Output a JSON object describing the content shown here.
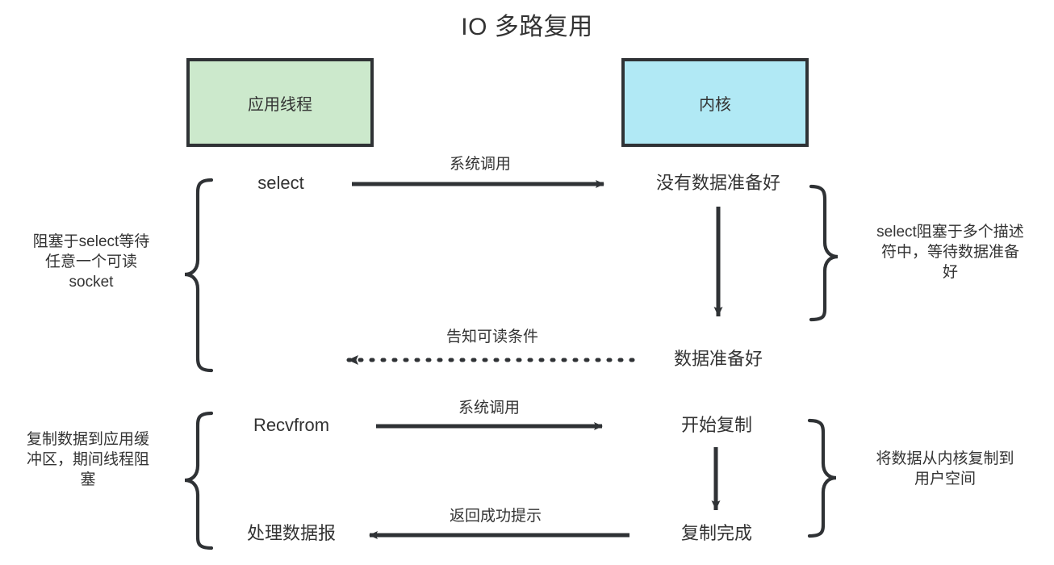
{
  "diagram": {
    "title": "IO 多路复用",
    "colors": {
      "app_box_fill": "#cce9cc",
      "kernel_box_fill": "#b1e9f5",
      "stroke": "#2f3235",
      "text": "#333333",
      "background": "#ffffff"
    },
    "boxes": [
      {
        "id": "app-thread",
        "label": "应用线程",
        "fill": "#cce9cc"
      },
      {
        "id": "kernel",
        "label": "内核",
        "fill": "#b1e9f5"
      }
    ],
    "nodes": {
      "select": "select",
      "no_data_ready": "没有数据准备好",
      "data_ready": "数据准备好",
      "recvfrom": "Recvfrom",
      "start_copy": "开始复制",
      "copy_done": "复制完成",
      "process_datagram": "处理数据报"
    },
    "edges": [
      {
        "id": "syscall-select",
        "label": "系统调用",
        "style": "solid",
        "direction": "right"
      },
      {
        "id": "kernel-wait",
        "label": "",
        "style": "solid",
        "direction": "down"
      },
      {
        "id": "notify-readable",
        "label": "告知可读条件",
        "style": "dotted",
        "direction": "left"
      },
      {
        "id": "syscall-recvfrom",
        "label": "系统调用",
        "style": "solid",
        "direction": "right"
      },
      {
        "id": "kernel-copy",
        "label": "",
        "style": "solid",
        "direction": "down"
      },
      {
        "id": "return-success",
        "label": "返回成功提示",
        "style": "solid",
        "direction": "left"
      }
    ],
    "notes": {
      "left_top": "阻塞于select等待\n任意一个可读\nsocket",
      "right_top": "select阻塞于多个描述\n符中，等待数据准备\n好",
      "left_bottom": "复制数据到应用缓\n冲区，期间线程阻\n塞",
      "right_bottom": "将数据从内核复制到\n用户空间"
    }
  }
}
